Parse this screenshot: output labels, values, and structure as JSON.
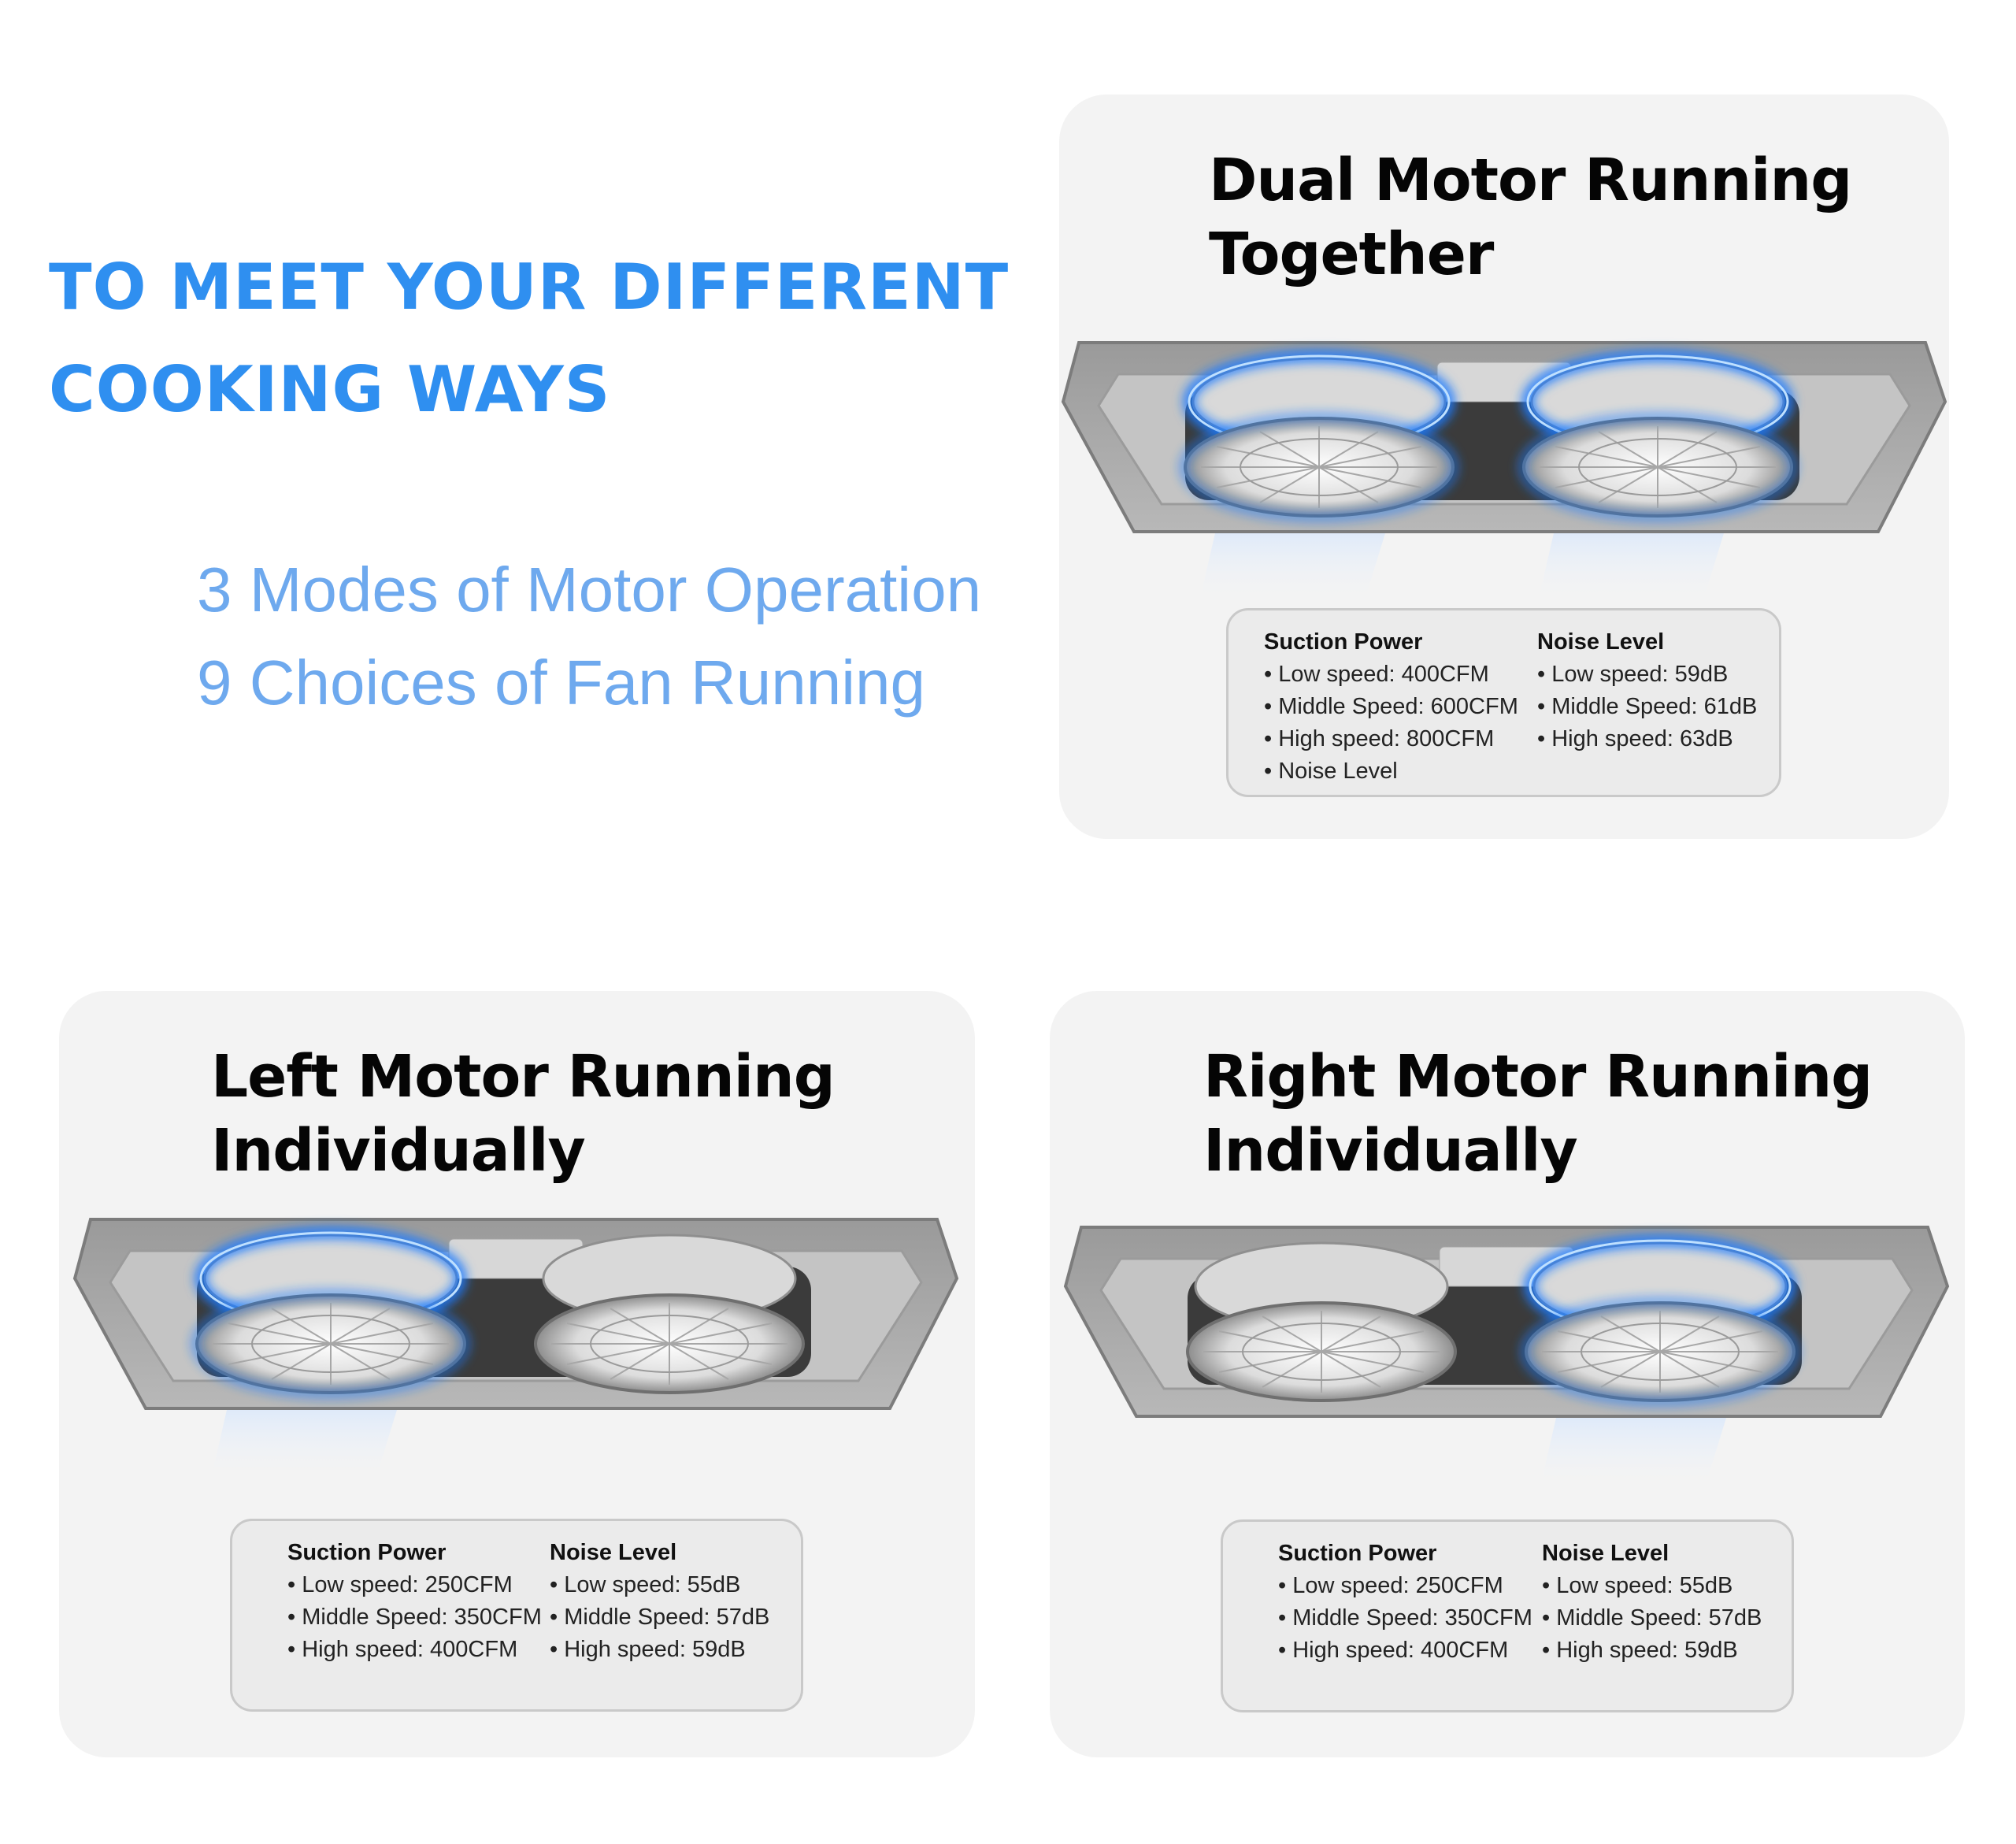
{
  "headline": {
    "line1": "TO MEET YOUR DIFFERENT",
    "line2": "COOKING WAYS"
  },
  "subheadline": {
    "line1": "3 Modes of Motor Operation",
    "line2": "9 Choices of Fan Running"
  },
  "colors": {
    "headline": "#2f8ff0",
    "subheadline": "#6ea9ee",
    "panel_bg": "#f3f3f3",
    "glow": "#1e7bff"
  },
  "panels": [
    {
      "title_line1": "Dual Motor Running",
      "title_line2": "Together",
      "active_motors": "both",
      "suction": {
        "title": "Suction Power",
        "items": [
          "Low speed: 400CFM",
          "Middle Speed: 600CFM",
          "High speed: 800CFM",
          "Noise Level"
        ]
      },
      "noise": {
        "title": "Noise Level",
        "items": [
          "Low speed: 59dB",
          "Middle Speed: 61dB",
          "High speed: 63dB"
        ]
      }
    },
    {
      "title_line1": "Left Motor Running",
      "title_line2": "Individually",
      "active_motors": "left",
      "suction": {
        "title": "Suction Power",
        "items": [
          "Low speed: 250CFM",
          "Middle Speed: 350CFM",
          "High speed: 400CFM"
        ]
      },
      "noise": {
        "title": "Noise Level",
        "items": [
          "Low speed: 55dB",
          "Middle Speed: 57dB",
          "High speed: 59dB"
        ]
      }
    },
    {
      "title_line1": "Right Motor Running",
      "title_line2": "Individually",
      "active_motors": "right",
      "suction": {
        "title": "Suction Power",
        "items": [
          "Low speed: 250CFM",
          "Middle Speed: 350CFM",
          "High speed: 400CFM"
        ]
      },
      "noise": {
        "title": "Noise Level",
        "items": [
          "Low speed: 55dB",
          "Middle Speed: 57dB",
          "High speed: 59dB"
        ]
      }
    }
  ]
}
